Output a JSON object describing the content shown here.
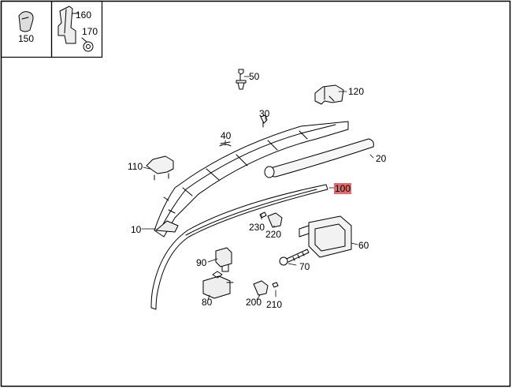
{
  "diagram": {
    "highlight_color": "#e26a6a",
    "part_labels": {
      "p150": "150",
      "p160": "160",
      "p170": "170",
      "p50": "50",
      "p120": "120",
      "p30": "30",
      "p40": "40",
      "p20": "20",
      "p110": "110",
      "p100": "100",
      "p10": "10",
      "p230": "230",
      "p220": "220",
      "p60": "60",
      "p90": "90",
      "p70": "70",
      "p80": "80",
      "p200": "200",
      "p210": "210"
    },
    "highlighted_part": "100"
  }
}
